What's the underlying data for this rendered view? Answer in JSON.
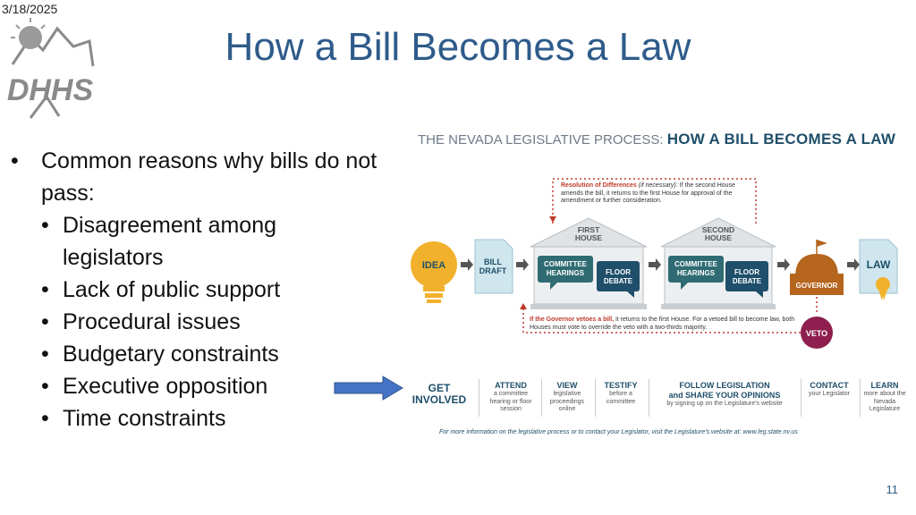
{
  "slide": {
    "date": "3/18/2025",
    "title": "How a Bill Becomes a Law",
    "page_number": "11",
    "logo_text": "DHHS"
  },
  "bullets": {
    "main": "Common reasons why bills do not pass:",
    "sub": [
      "Disagreement among legislators",
      "Lack of public support",
      "Procedural issues",
      "Budgetary constraints",
      "Executive opposition",
      "Time constraints"
    ]
  },
  "infographic": {
    "title_prefix": "THE NEVADA LEGISLATIVE PROCESS:",
    "title_main": "HOW A BILL BECOMES A LAW",
    "resolution_title": "Resolution of Differences",
    "resolution_note": "(if necessary):",
    "resolution_text": "If the second House amends the bill, it returns to the first House for approval of the amendment or further consideration.",
    "steps": {
      "idea": "IDEA",
      "bill_draft_1": "BILL",
      "bill_draft_2": "DRAFT",
      "first_house_1": "FIRST",
      "first_house_2": "HOUSE",
      "second_house_1": "SECOND",
      "second_house_2": "HOUSE",
      "committee_1": "COMMITTEE",
      "committee_2": "HEARINGS",
      "floor_1": "FLOOR",
      "floor_2": "DEBATE",
      "governor": "GOVERNOR",
      "law": "LAW",
      "veto": "VETO"
    },
    "veto_title": "If the Governor vetoes a bill,",
    "veto_text": "it returns to the first House. For a vetoed bill to become law, both Houses must vote to override the veto with a two-thirds majority.",
    "get_involved_1": "GET",
    "get_involved_2": "INVOLVED",
    "involve": [
      {
        "h": "ATTEND",
        "t": "a committee hearing or floor session"
      },
      {
        "h": "VIEW",
        "t": "legislative proceedings online"
      },
      {
        "h": "TESTIFY",
        "t": "before a committee"
      },
      {
        "h": "FOLLOW LEGISLATION",
        "h2": "and SHARE YOUR OPINIONS",
        "t": "by signing up on the Legislature's website"
      },
      {
        "h": "CONTACT",
        "t": "your Legislator"
      },
      {
        "h": "LEARN",
        "t": "more about the Nevada Legislature"
      }
    ],
    "footer": "For more information on the legislative process or to contact your Legislator, visit the Legislature's website at: www.leg.state.nv.us"
  },
  "colors": {
    "title": "#2e5b8a",
    "teal": "#2f6b72",
    "dark_teal": "#1f4f6a",
    "arrow": "#4472c4",
    "governor": "#b5651d",
    "veto": "#8e1f4f",
    "idea": "#f2b12c",
    "light_blue": "#cfe6ee"
  }
}
